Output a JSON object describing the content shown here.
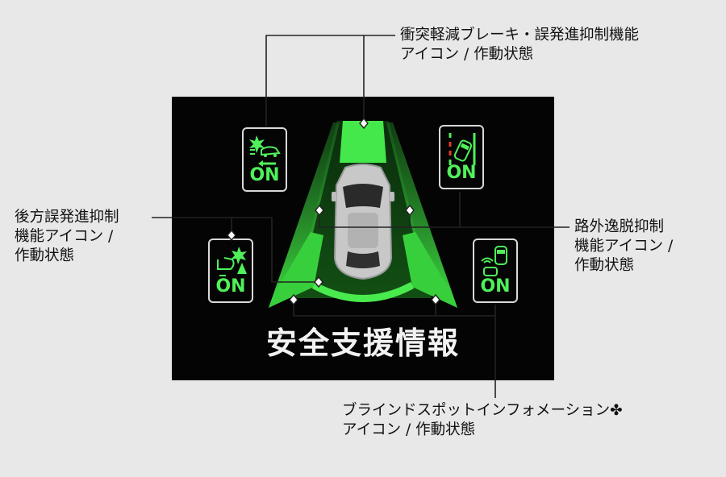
{
  "display": {
    "title": "安全支援情報",
    "icons": {
      "collision": {
        "label": "ON",
        "icon": "collision-mitigation-brake-icon"
      },
      "lane": {
        "label": "ON",
        "icon": "road-departure-icon"
      },
      "rear": {
        "label": "ON",
        "icon": "rear-misacceleration-icon"
      },
      "blindspot": {
        "label": "ON",
        "icon": "blind-spot-icon"
      }
    }
  },
  "callouts": {
    "collision": {
      "line1": "衝突軽減ブレーキ・誤発進抑制機能",
      "line2": "アイコン / 作動状態"
    },
    "rear": {
      "line1": "後方誤発進抑制",
      "line2": "機能アイコン /",
      "line3": "作動状態"
    },
    "lane": {
      "line1": "路外逸脱抑制",
      "line2": "機能アイコン /",
      "line3": "作動状態"
    },
    "blindspot": {
      "line1": "ブラインドスポットインフォメーション✤",
      "line2": "アイコン / 作動状態"
    }
  },
  "colors": {
    "background": "#e8e8e8",
    "screen": "#040404",
    "indicator_green": "#4ff05a",
    "lane_green": "#39d43c",
    "leader_line": "#222222"
  }
}
